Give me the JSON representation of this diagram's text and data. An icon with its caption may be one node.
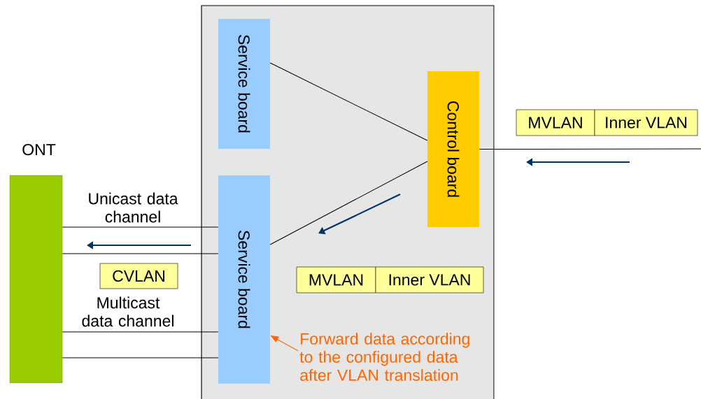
{
  "diagram": {
    "nodes": [
      {
        "text": [],
        "shape": "box"
      },
      {
        "text": [
          "Service board"
        ],
        "in": 0
      },
      {
        "text": [
          "Control board"
        ],
        "in": 0
      },
      {
        "text": [
          "Service board"
        ],
        "in": 0
      },
      {
        "text": [
          "ONT"
        ]
      },
      {
        "text": [
          "MVLAN"
        ]
      },
      {
        "text": [
          "Inner VLAN"
        ]
      },
      {
        "text": [
          "MVLAN"
        ],
        "in": 0
      },
      {
        "text": [
          "Inner VLAN"
        ],
        "in": 0
      },
      {
        "text": [
          "CVLAN"
        ]
      },
      {
        "text": [
          "Forward data according to the configured data after VLAN translation"
        ],
        "in": 0
      }
    ],
    "edges": [
      {
        "from": 1,
        "to": 2,
        "arrow": "none"
      },
      {
        "from": 3,
        "to": 2,
        "arrow": "none"
      },
      {
        "from": 2,
        "to": null,
        "arrow": "none"
      },
      {
        "from": 4,
        "to": 3,
        "arrow": "none",
        "label": "Unicast data channel"
      },
      {
        "from": 4,
        "to": 3,
        "arrow": "none"
      },
      {
        "from": 4,
        "to": 3,
        "arrow": "none",
        "label": "Multicast data channel"
      },
      {
        "from": 4,
        "to": 3,
        "arrow": "none"
      },
      {
        "from": 10,
        "to": 3,
        "arrow": "to",
        "color": "#ff6600"
      }
    ]
  }
}
